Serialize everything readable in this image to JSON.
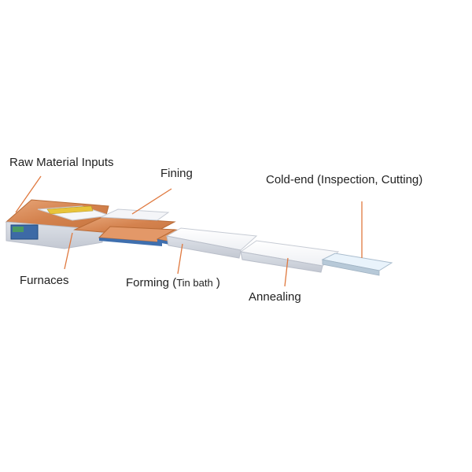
{
  "labels": {
    "raw_material_inputs": "Raw Material Inputs",
    "fining": "Fining",
    "cold_end": "Cold-end (Inspection, Cutting)",
    "furnaces": "Furnaces",
    "forming": "Forming",
    "tin_bath": "Tin bath",
    "paren_open": "(",
    "paren_close": ")",
    "annealing": "Annealing"
  },
  "colors": {
    "copper": "#d4824e",
    "copper_light": "#e6a77c",
    "unit_body": "#f2f3f6",
    "unit_edge": "#c7ccd6",
    "accent_blue": "#2c5d9c",
    "accent_green": "#3f8c5a",
    "leader_line": "#e0793f"
  }
}
